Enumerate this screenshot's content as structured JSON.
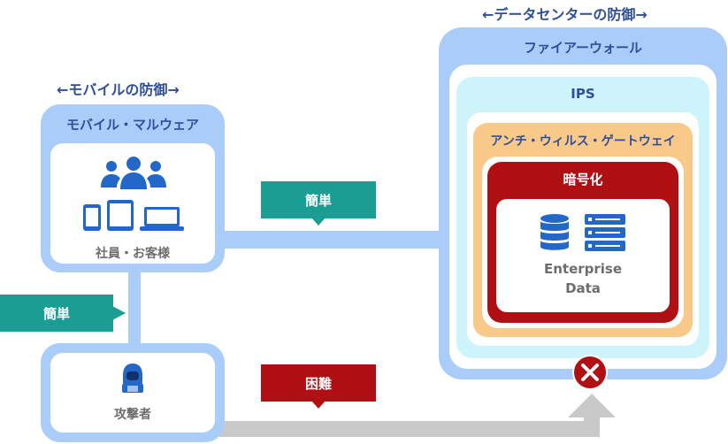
{
  "mobile": {
    "heading": "←モバイルの防御→",
    "box_title": "モバイル・マルウェア",
    "users_label": "社員・お客様"
  },
  "attacker": {
    "label": "攻撃者"
  },
  "datacenter": {
    "heading": "←データセンターの防御→",
    "firewall_label": "ファイアーウォール",
    "ips_label": "IPS",
    "antivirus_label": "アンチ・ウィルス・ゲートウェイ",
    "encryption_label": "暗号化",
    "data_label_line1": "Enterprise",
    "data_label_line2": "Data"
  },
  "tags": {
    "easy_top": "簡単",
    "easy_left": "簡単",
    "hard": "困難"
  },
  "colors": {
    "box_blue": "#a9cdf8",
    "ips_cyan": "#cdf3fb",
    "antivirus_orange": "#f9c98a",
    "encryption_red": "#b00f14",
    "teal": "#1a9d93",
    "arrow_gray": "#c9c9c9",
    "icon_blue": "#2367c8"
  }
}
